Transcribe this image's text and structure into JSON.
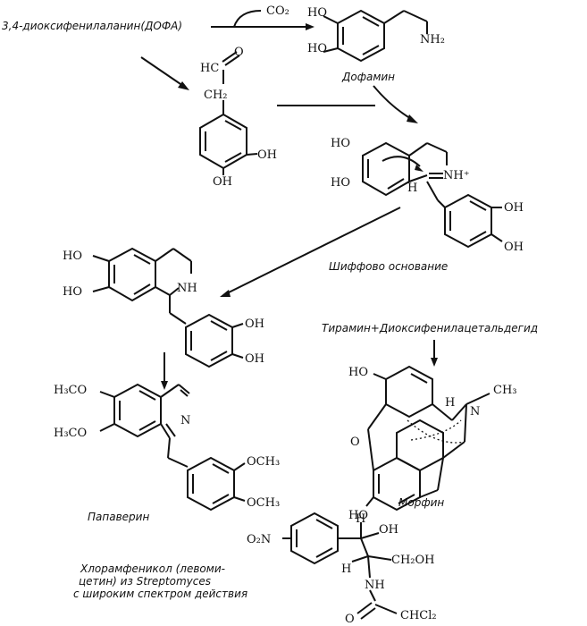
{
  "labels": {
    "dopa": "3,4-диоксифенилаланин(ДОФА)",
    "co2": "CO₂",
    "dopamine": "Дофамин",
    "schiff_base": "Шиффово основание",
    "tyramine_mix": "Тирамин+Диоксифенилацетальдегид",
    "morphine": "Морфин",
    "papaverine": "Папаверин",
    "chloramphenicol_1": "Хлорамфеникол (левоми-",
    "chloramphenicol_2": "цетин) из Streptomyces",
    "chloramphenicol_3": "с широким спектром действия"
  },
  "atoms": {
    "ho": "HO",
    "oh": "OH",
    "h3co": "H₃CO",
    "och3": "OCH₃",
    "nh2": "NH₂",
    "nh": "NH",
    "nh_plus": "NH⁺",
    "n": "N",
    "nh_amide": "NH",
    "h": "H",
    "o": "O",
    "hc": "HC",
    "ch2": "CH₂",
    "ch3": "CH₃",
    "ch2oh": "CH₂OH",
    "chcl2": "CHCl₂",
    "o2n": "O₂N",
    "ho_partial": "HO"
  }
}
